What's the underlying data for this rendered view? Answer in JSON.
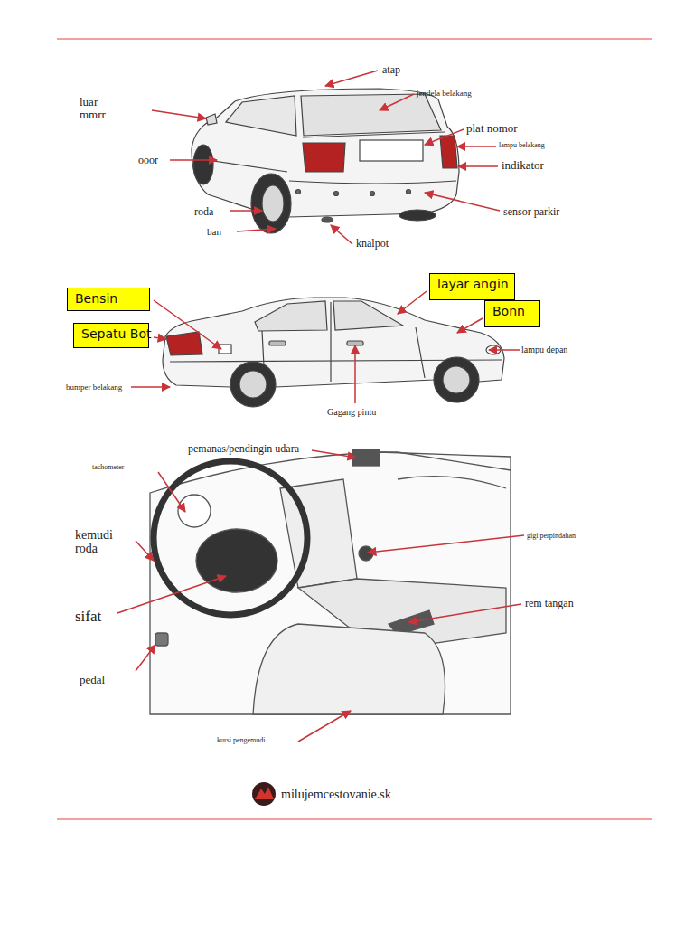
{
  "diagram": {
    "nodes": [
      {
        "text": [
          "layar angin"
        ]
      },
      {
        "text": [
          "Bensin"
        ]
      },
      {
        "text": [
          "Bonn"
        ]
      },
      {
        "text": [
          "Sepatu Bot"
        ]
      }
    ],
    "labels": [
      "atap",
      "jendela belakang",
      "luar mmrr",
      "plat nomor",
      "lampu belakang",
      "ooor",
      "indikator",
      "roda",
      "sensor parkir",
      "ban",
      "knalpot",
      "lampu depan",
      "bumper belakang",
      "Gagang pintu",
      "pemanas/pendingin udara",
      "tachometer",
      "gigi perpindahan",
      "kemudi roda",
      "rem tangan",
      "sifat",
      "pedal",
      "kursi pengemudi",
      "milujemcestovanie.sk"
    ]
  }
}
